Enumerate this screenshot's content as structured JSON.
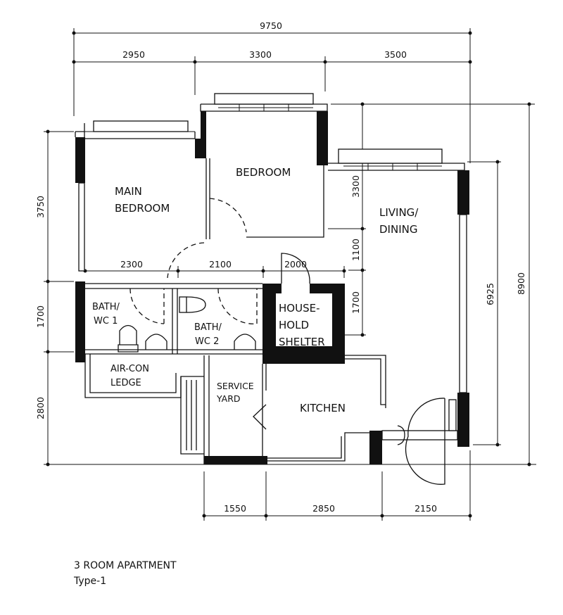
{
  "rooms": {
    "main_bedroom": [
      "MAIN",
      "BEDROOM"
    ],
    "bedroom": "BEDROOM",
    "living_dining": [
      "LIVING/",
      "DINING"
    ],
    "bath_wc1": [
      "BATH/",
      "WC 1"
    ],
    "bath_wc2": [
      "BATH/",
      "WC 2"
    ],
    "shelter": [
      "HOUSE-",
      "HOLD",
      "SHELTER"
    ],
    "aircon_ledge": [
      "AIR-CON",
      "LEDGE"
    ],
    "service_yard": [
      "SERVICE",
      "YARD"
    ],
    "kitchen": "KITCHEN"
  },
  "dimensions": {
    "overall_width": "9750",
    "top": [
      "2950",
      "3300",
      "3500"
    ],
    "inner_horizontal": [
      "2300",
      "2100",
      "2000"
    ],
    "bottom": [
      "1550",
      "2850",
      "2150"
    ],
    "left": [
      "3750",
      "1700",
      "2800"
    ],
    "inner_vertical": [
      "3300",
      "1100",
      "1700"
    ],
    "right_inner": "6925",
    "right_overall": "8900"
  },
  "caption": {
    "title": "3 ROOM APARTMENT",
    "subtitle": "Type-1"
  }
}
